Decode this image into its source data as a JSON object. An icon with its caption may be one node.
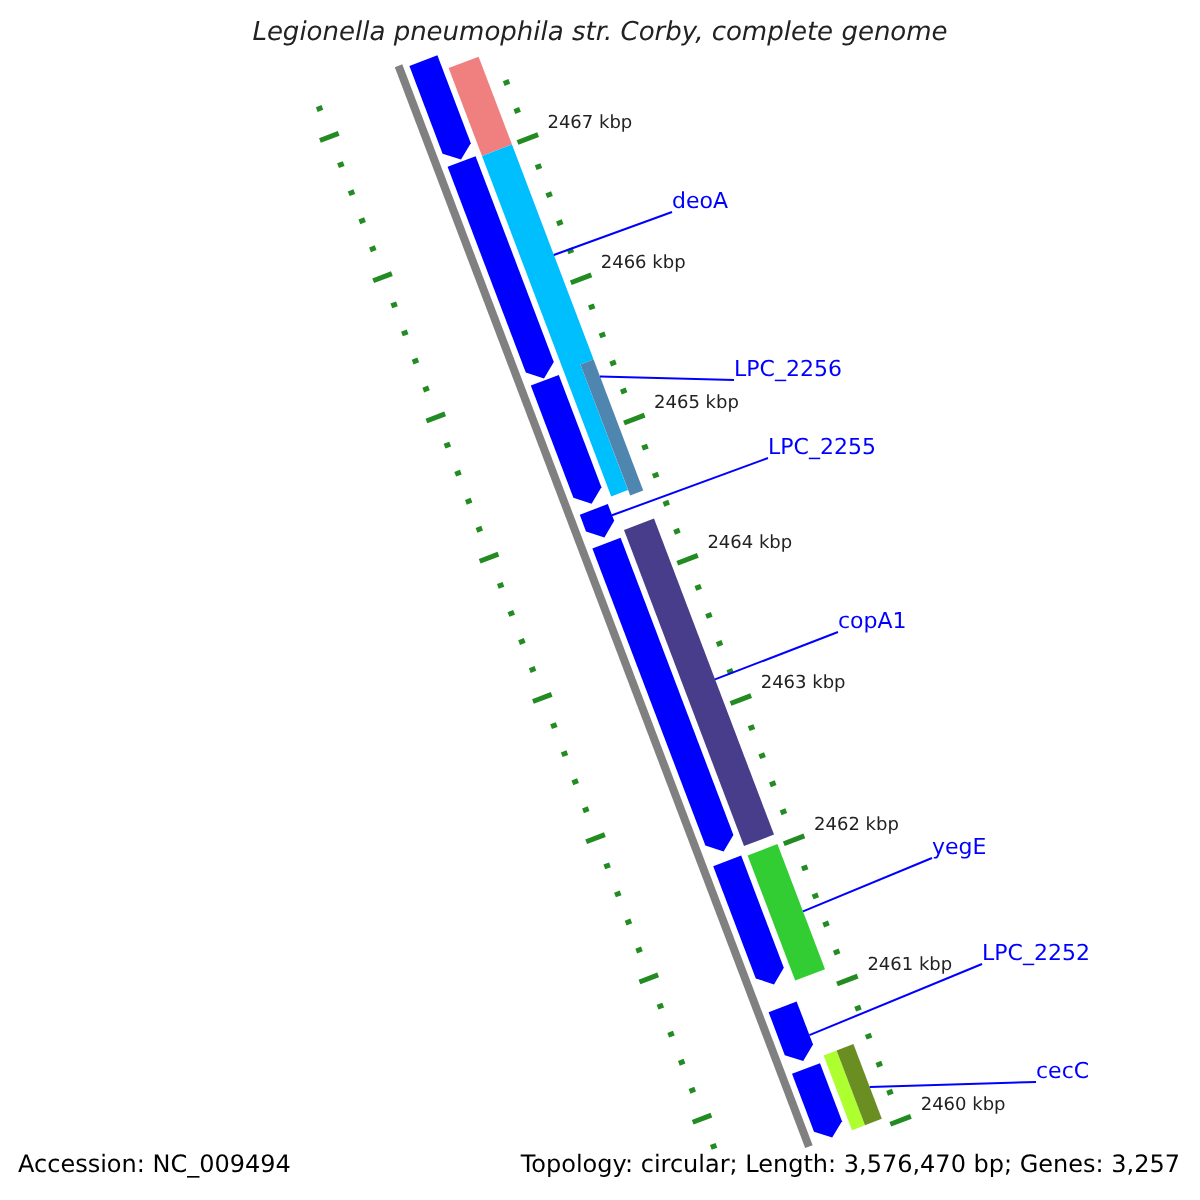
{
  "diagram": {
    "title": "Legionella pneumophila str. Corby, complete genome",
    "nodes": [
      {
        "text": [
          "deoA"
        ]
      },
      {
        "text": [
          "LPC_2256"
        ]
      },
      {
        "text": [
          "LPC_2255"
        ]
      },
      {
        "text": [
          "copA1"
        ]
      },
      {
        "text": [
          "yegE"
        ]
      },
      {
        "text": [
          "LPC_2252"
        ]
      },
      {
        "text": [
          "cecC"
        ]
      },
      {
        "text": [],
        "shape": "bar"
      },
      {
        "text": [],
        "shape": "bar"
      },
      {
        "text": [],
        "shape": "bar"
      },
      {
        "text": [],
        "shape": "bar"
      },
      {
        "text": [],
        "shape": "bar"
      },
      {
        "text": [],
        "shape": "bar"
      },
      {
        "text": [],
        "shape": "bar"
      },
      {
        "text": [],
        "shape": "bar"
      },
      {
        "text": [],
        "shape": "bar"
      },
      {
        "text": [],
        "shape": "bar"
      },
      {
        "text": [],
        "shape": "bar"
      },
      {
        "text": [],
        "shape": "bar"
      },
      {
        "text": [],
        "shape": "bar"
      },
      {
        "text": [],
        "shape": "bar"
      }
    ],
    "edges": [
      {
        "from": 0,
        "to": 7,
        "arrow": "none"
      },
      {
        "from": 1,
        "to": 8,
        "arrow": "none"
      },
      {
        "from": 2,
        "to": 9,
        "arrow": "none"
      },
      {
        "from": 3,
        "to": 10,
        "arrow": "none"
      },
      {
        "from": 4,
        "to": 11,
        "arrow": "none"
      },
      {
        "from": 5,
        "to": 12,
        "arrow": "none"
      },
      {
        "from": 6,
        "to": 13,
        "arrow": "none"
      }
    ],
    "labels": [
      "2467 kbp",
      "2466 kbp",
      "2465 kbp",
      "2464 kbp",
      "2463 kbp",
      "2462 kbp",
      "2461 kbp",
      "2460 kbp",
      "Accession: NC_009494",
      "Topology: circular; Length: 3,576,470 bp; Genes: 3,257"
    ]
  }
}
